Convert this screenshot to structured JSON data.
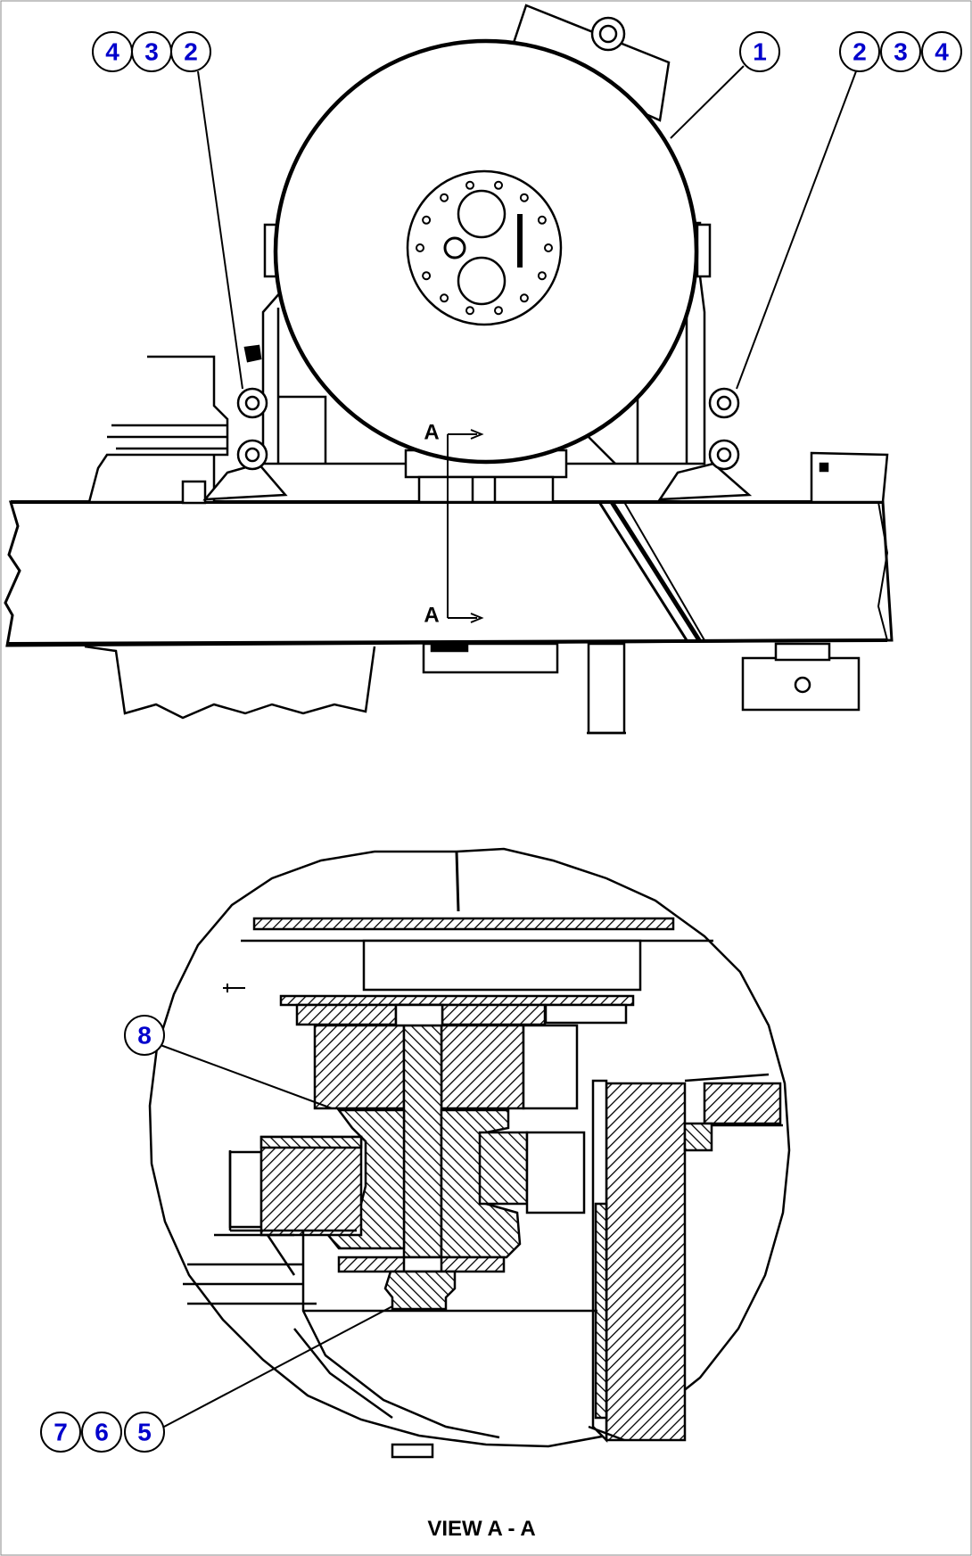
{
  "diagram": {
    "section_letter": "A",
    "view_caption": "VIEW A - A",
    "callouts": {
      "c1": "1",
      "left_group": [
        "4",
        "3",
        "2"
      ],
      "right_group": [
        "2",
        "3",
        "4"
      ],
      "c8": "8",
      "bottom_group": [
        "7",
        "6",
        "5"
      ]
    },
    "colors": {
      "callout_text": "#0000cc",
      "line": "#000000",
      "background": "#ffffff"
    }
  }
}
